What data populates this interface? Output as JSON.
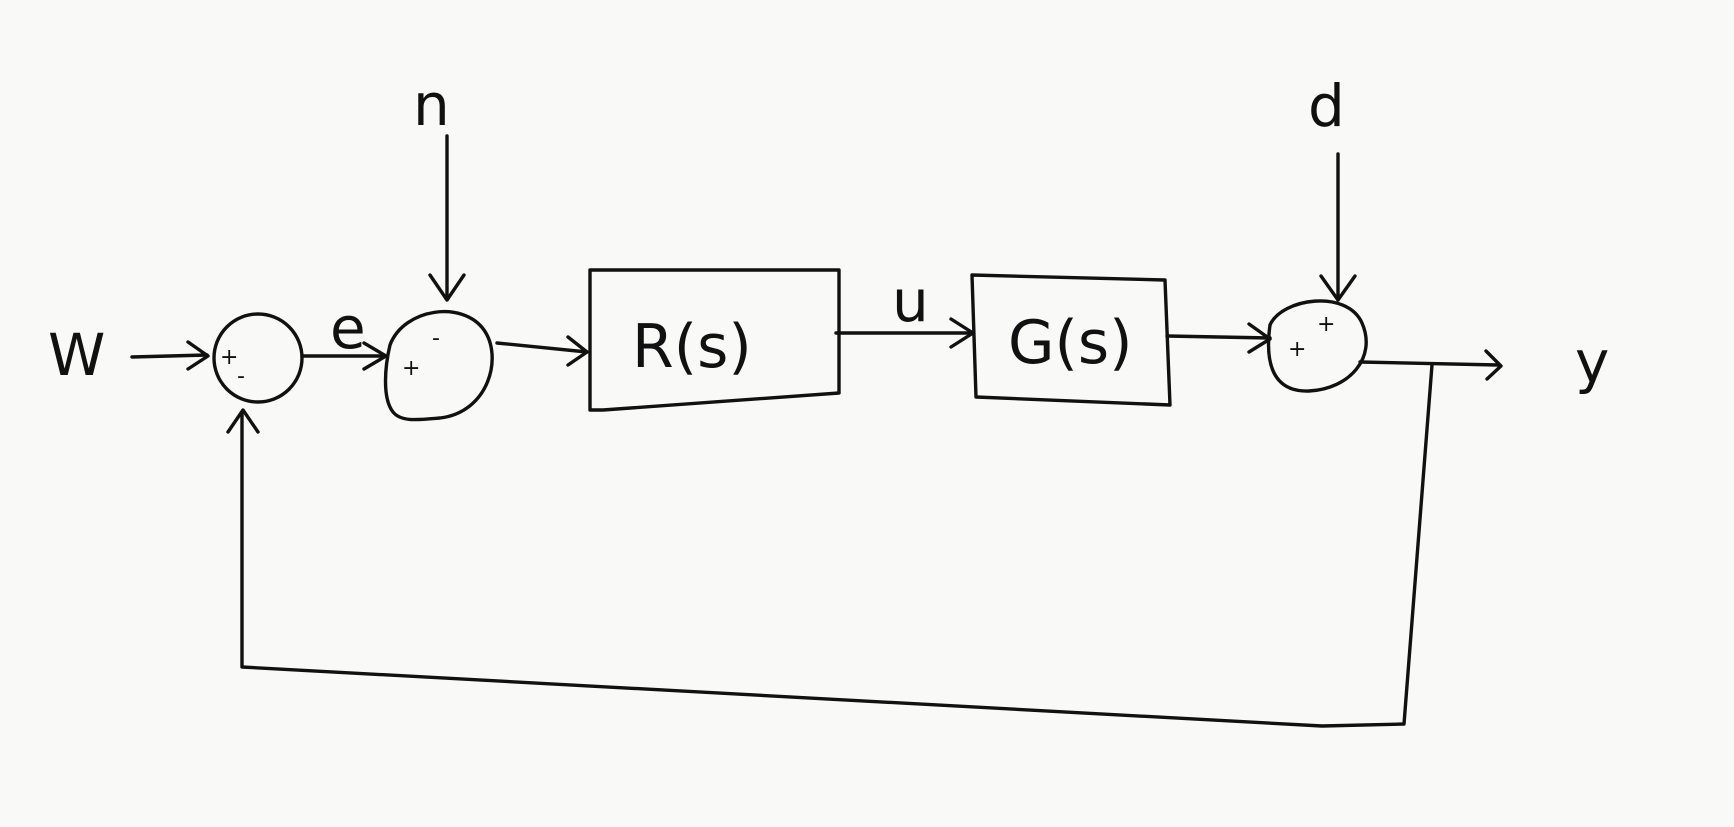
{
  "diagram": {
    "signals": {
      "w": "W",
      "e": "e",
      "n": "n",
      "u": "u",
      "d": "d",
      "y": "y"
    },
    "blocks": {
      "controller": "R(s)",
      "plant": "G(s)"
    },
    "summing_junctions": {
      "first": {
        "main_sign": "+",
        "feedback_sign": "-"
      },
      "second": {
        "main_sign": "+",
        "noise_sign": "-"
      },
      "third": {
        "main_sign": "+",
        "disturbance_sign": "+"
      }
    }
  }
}
